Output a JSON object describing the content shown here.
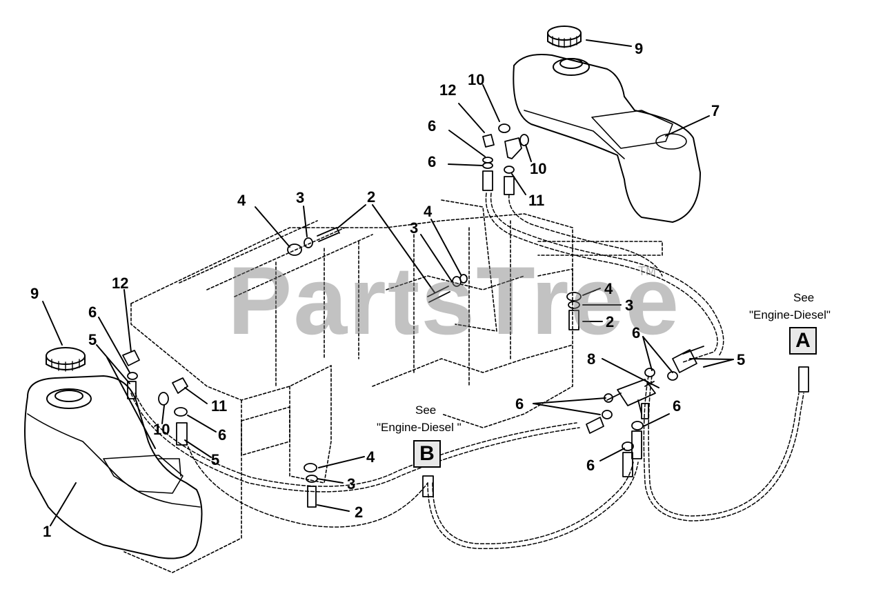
{
  "watermark": {
    "text": "PartsTree",
    "tm": "TM"
  },
  "references": {
    "a": {
      "see": "See",
      "name": "\"Engine-Diesel\"",
      "letter": "A"
    },
    "b": {
      "see": "See",
      "name": "\"Engine-Diesel \"",
      "letter": "B"
    }
  },
  "callouts": {
    "c9_top": "9",
    "c10_top": "10",
    "c12_top": "12",
    "c7": "7",
    "c6_top_a": "6",
    "c6_top_b": "6",
    "c10_top_b": "10",
    "c11_top": "11",
    "c4_mid": "4",
    "c3_mid": "3",
    "c2_mid": "2",
    "c3_mid_b": "3",
    "c4_mid_b": "4",
    "c4_right": "4",
    "c3_right": "3",
    "c2_right": "2",
    "c9_left": "9",
    "c12_left": "12",
    "c6_left": "6",
    "c5_left": "5",
    "c11_left": "11",
    "c10_left": "10",
    "c6_left_b": "6",
    "c5_left_b": "5",
    "c1": "1",
    "c4_bot": "4",
    "c3_bot": "3",
    "c2_bot": "2",
    "c8": "8",
    "c6_r1": "6",
    "c5_r": "5",
    "c6_r2": "6",
    "c6_r3": "6",
    "c6_r4": "6"
  }
}
